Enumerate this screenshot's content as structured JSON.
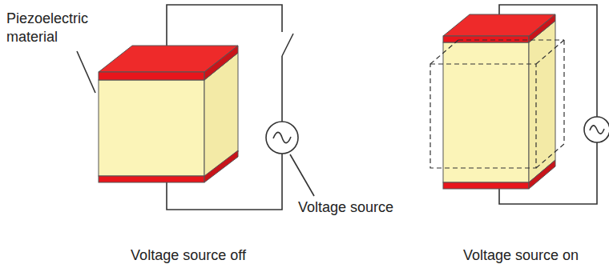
{
  "diagram": {
    "labels": [
      "Piezoelectric material",
      "Voltage source",
      "Voltage source off",
      "Voltage source on"
    ]
  }
}
